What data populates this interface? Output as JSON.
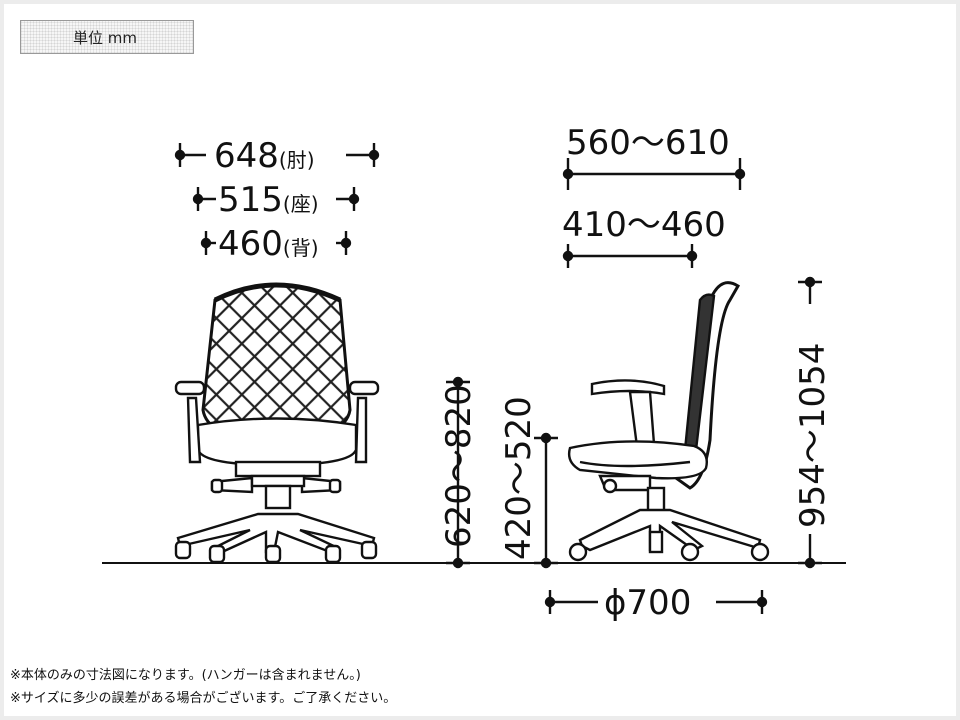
{
  "unit_label": "単位 mm",
  "front_view": {
    "armrest_width": {
      "value": "648",
      "paren": "(肘)"
    },
    "seat_width": {
      "value": "515",
      "paren": "(座)"
    },
    "back_width": {
      "value": "460",
      "paren": "(背)"
    },
    "armrest_height": "620〜820"
  },
  "side_view": {
    "depth_overall": "560〜610",
    "seat_depth": "410〜460",
    "seat_height": "420〜520",
    "total_height": "954〜1054",
    "base_diameter": "ϕ700"
  },
  "notes": [
    "※本体のみの寸法図になります。(ハンガーは含まれません。)",
    "※サイズに多少の誤差がある場合がございます。ご了承ください。"
  ]
}
